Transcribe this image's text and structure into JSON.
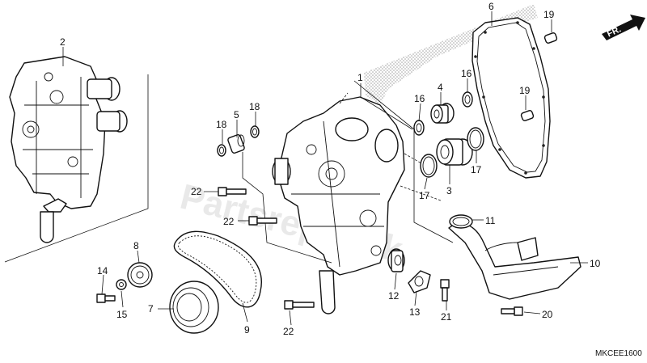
{
  "diagram": {
    "drawing_code": "MKCEE1600",
    "direction_label": "FR.",
    "watermark": "Partsrepublik",
    "callouts": [
      {
        "id": "c1",
        "label": "1"
      },
      {
        "id": "c2",
        "label": "2"
      },
      {
        "id": "c3",
        "label": "3"
      },
      {
        "id": "c4",
        "label": "4"
      },
      {
        "id": "c5",
        "label": "5"
      },
      {
        "id": "c6",
        "label": "6"
      },
      {
        "id": "c7",
        "label": "7"
      },
      {
        "id": "c8",
        "label": "8"
      },
      {
        "id": "c9",
        "label": "9"
      },
      {
        "id": "c10",
        "label": "10"
      },
      {
        "id": "c11",
        "label": "11"
      },
      {
        "id": "c12",
        "label": "12"
      },
      {
        "id": "c13",
        "label": "13"
      },
      {
        "id": "c14",
        "label": "14"
      },
      {
        "id": "c15",
        "label": "15"
      },
      {
        "id": "c16a",
        "label": "16"
      },
      {
        "id": "c16b",
        "label": "16"
      },
      {
        "id": "c17a",
        "label": "17"
      },
      {
        "id": "c17b",
        "label": "17"
      },
      {
        "id": "c18a",
        "label": "18"
      },
      {
        "id": "c18b",
        "label": "18"
      },
      {
        "id": "c19a",
        "label": "19"
      },
      {
        "id": "c19b",
        "label": "19"
      },
      {
        "id": "c20",
        "label": "20"
      },
      {
        "id": "c21",
        "label": "21"
      },
      {
        "id": "c22a",
        "label": "22"
      },
      {
        "id": "c22b",
        "label": "22"
      },
      {
        "id": "c22c",
        "label": "22"
      }
    ]
  }
}
